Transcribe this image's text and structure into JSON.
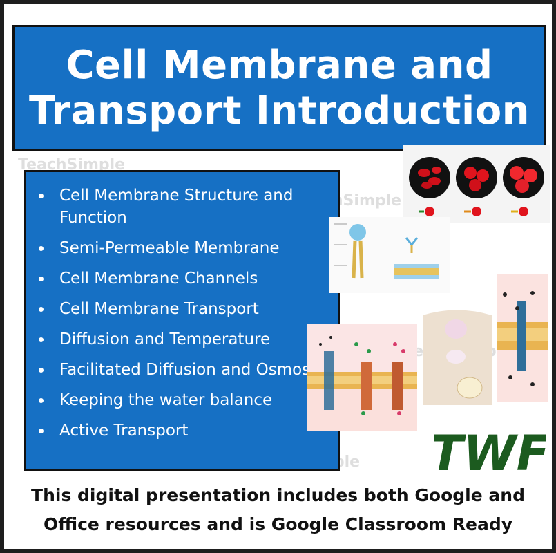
{
  "title": {
    "line1": "Cell Membrane and",
    "line2": "Transport Introduction"
  },
  "topics": [
    "Cell Membrane Structure and Function",
    "Semi-Permeable Membrane",
    "Cell Membrane Channels",
    "Cell Membrane Transport",
    "Diffusion and Temperature",
    "Facilitated Diffusion and Osmosis",
    "Keeping the water balance",
    "Active Transport"
  ],
  "footer": {
    "line1": "This digital presentation includes both Google and",
    "line2": "Office resources and is Google Classroom Ready"
  },
  "logo": {
    "text": "TWF",
    "color": "#1c5b1f"
  },
  "watermark": "TeachSimple",
  "colors": {
    "accent": "#1670c4",
    "frame": "#1e1e1e"
  }
}
